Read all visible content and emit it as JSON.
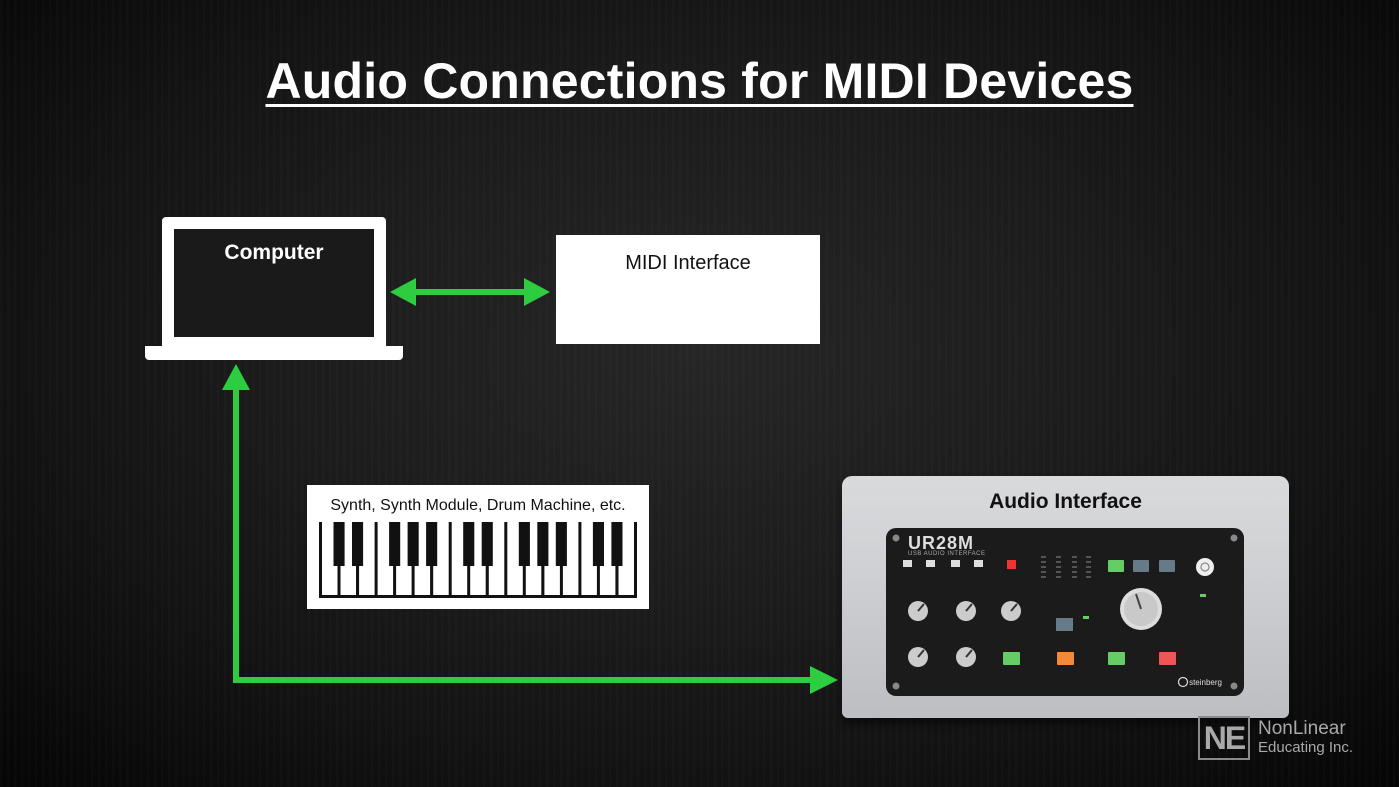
{
  "title": "Audio Connections for MIDI Devices",
  "nodes": {
    "computer": "Computer",
    "midi_interface": "MIDI Interface",
    "synth": "Synth, Synth Module, Drum Machine, etc.",
    "audio_interface": "Audio Interface"
  },
  "device": {
    "model": "UR28M",
    "subtitle": "USB AUDIO INTERFACE",
    "brand": "steinberg"
  },
  "logo": {
    "badge": "NE",
    "line1": "NonLinear",
    "line2": "Educating Inc."
  },
  "colors": {
    "arrow": "#2ecc40",
    "box": "#ffffff",
    "background": "#1a1a1a"
  }
}
